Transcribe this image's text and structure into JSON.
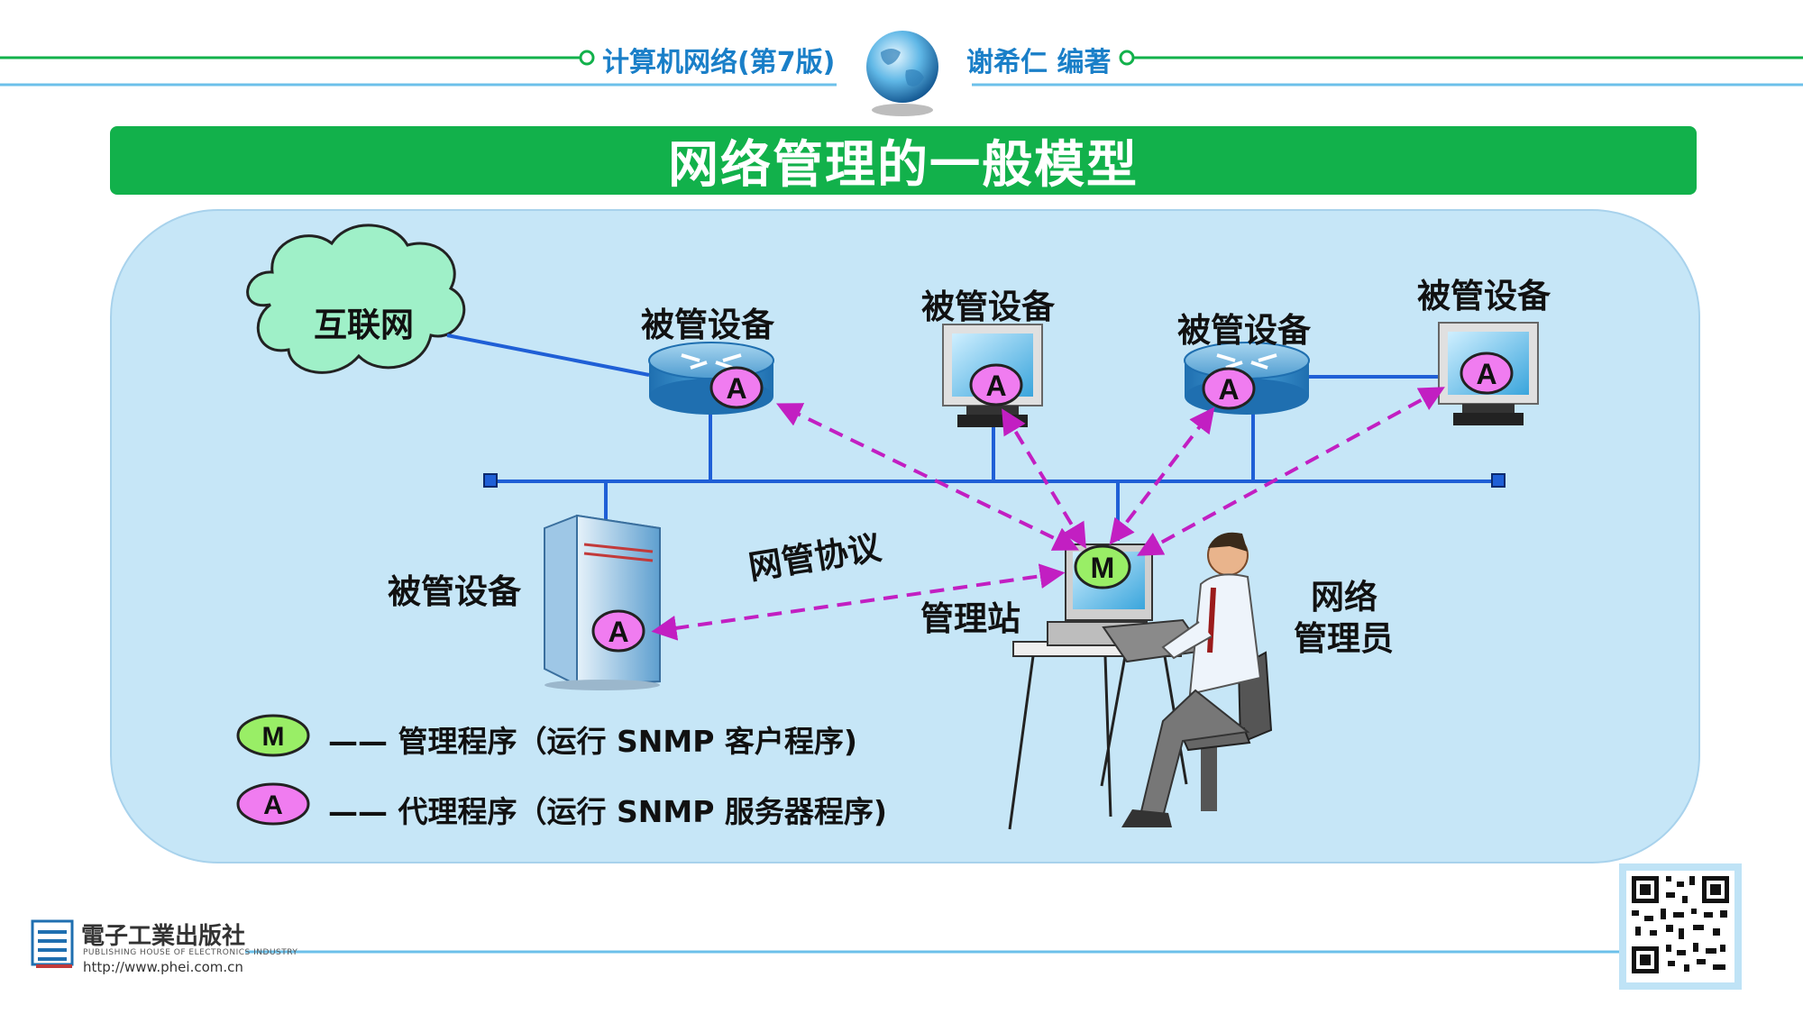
{
  "header": {
    "book_title": "计算机网络(第7版)",
    "author": "谢希仁 编著"
  },
  "slide_title": "网络管理的一般模型",
  "diagram": {
    "internet": "互联网",
    "managed_device": "被管设备",
    "protocol": "网管协议",
    "station": "管理站",
    "admin_line1": "网络",
    "admin_line2": "管理员",
    "agent_badge": "A",
    "manager_badge": "M"
  },
  "legend": [
    {
      "badge": "M",
      "text": "—— 管理程序（运行 SNMP 客户程序)",
      "color": "#99ee66"
    },
    {
      "badge": "A",
      "text": "—— 代理程序（运行 SNMP 服务器程序)",
      "color": "#f07cf0"
    }
  ],
  "publisher": {
    "name": "電子工業出版社",
    "english": "PUBLISHING HOUSE OF ELECTRONICS INDUSTRY",
    "url": "http://www.phei.com.cn"
  },
  "colors": {
    "header_line": "#12b14b",
    "header_line2": "#6cc0ea",
    "title_bg": "#12b14b",
    "panel_bg": "#c6e6f7",
    "network_line": "#1f5fd6",
    "arrow": "#c21fc2"
  }
}
